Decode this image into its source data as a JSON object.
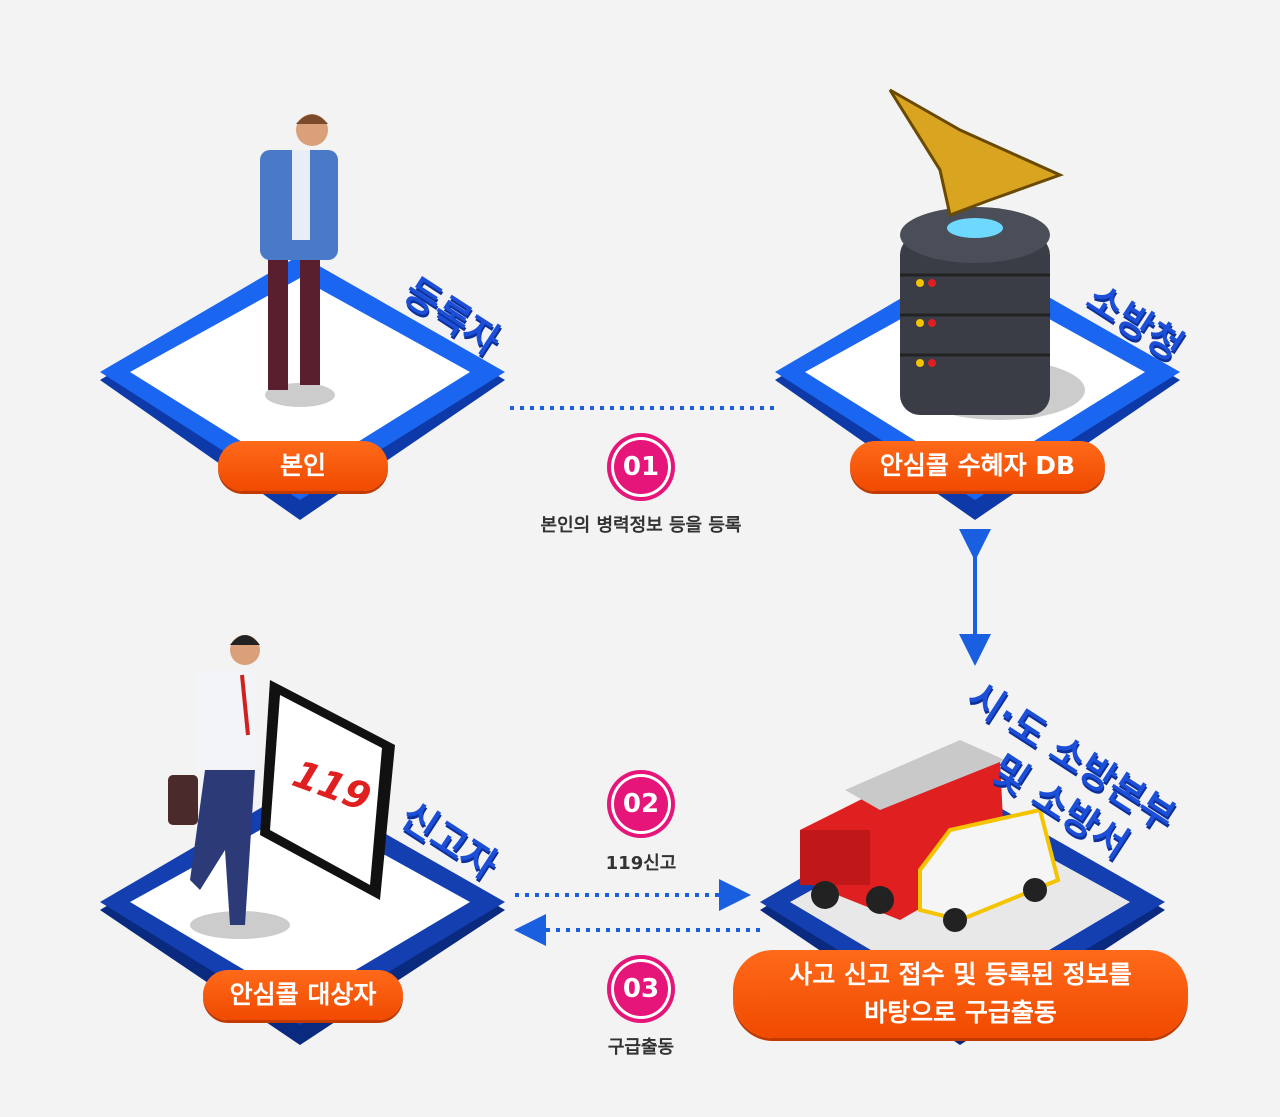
{
  "nodes": {
    "registrant": {
      "role": "등록자",
      "label": "본인"
    },
    "fire_agency": {
      "role": "소방청",
      "label": "안심콜 수혜자 DB"
    },
    "reporter": {
      "role": "신고자",
      "label": "안심콜 대상자"
    },
    "fire_station": {
      "role_line1": "시·도 소방본부",
      "role_line2": "및 소방서",
      "label_line1": "사고 신고 접수 및 등록된 정보를",
      "label_line2": "바탕으로 구급출동"
    }
  },
  "steps": [
    {
      "number": "01",
      "caption": "본인의 병력정보 등을 등록"
    },
    {
      "number": "02",
      "caption": "119신고"
    },
    {
      "number": "03",
      "caption": "구급출동"
    }
  ],
  "tablet_logo": "119",
  "colors": {
    "platform": "#1a66f0",
    "platform_dark": "#0d3aa8",
    "pill": "#f25300",
    "step": "#e6157a",
    "arrow": "#1a5fe0"
  }
}
